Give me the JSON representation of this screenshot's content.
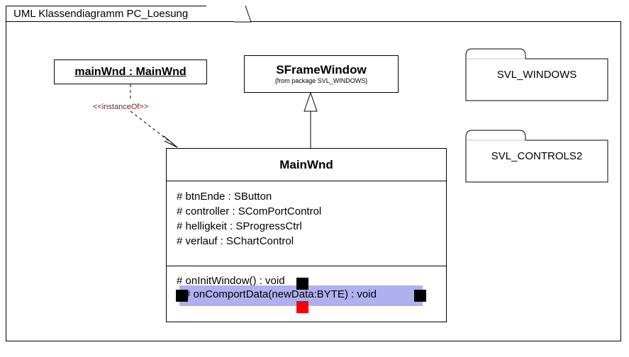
{
  "diagram": {
    "title": "UML Klassendiagramm PC_Loesung",
    "object": {
      "name": "mainWnd : MainWnd"
    },
    "superclass": {
      "name": "SFrameWindow",
      "package_note": "{from package SVL_WINDOWS}"
    },
    "mainclass": {
      "name": "MainWnd",
      "attributes": [
        "# btnEnde : SButton",
        "# controller : SComPortControl",
        "# helligkeit : SProgressCtrl",
        "# verlauf : SChartControl"
      ],
      "operations": [
        "# onInitWindow() : void"
      ]
    },
    "packages": [
      {
        "name": "SVL_WINDOWS"
      },
      {
        "name": "SVL_CONTROLS2"
      }
    ],
    "relations": {
      "instance_of_label": "<<instanceOf>>"
    },
    "selection": {
      "text": "# onComportData(newData:BYTE) : void",
      "fill_color": "#b0b0f0",
      "handle_color": "#000000",
      "active_handle_color": "#ff0000"
    },
    "colors": {
      "line": "#000000",
      "background": "#ffffff",
      "stereotype_text": "#7a1f1f",
      "package_divider": "#c8c8c8"
    }
  }
}
